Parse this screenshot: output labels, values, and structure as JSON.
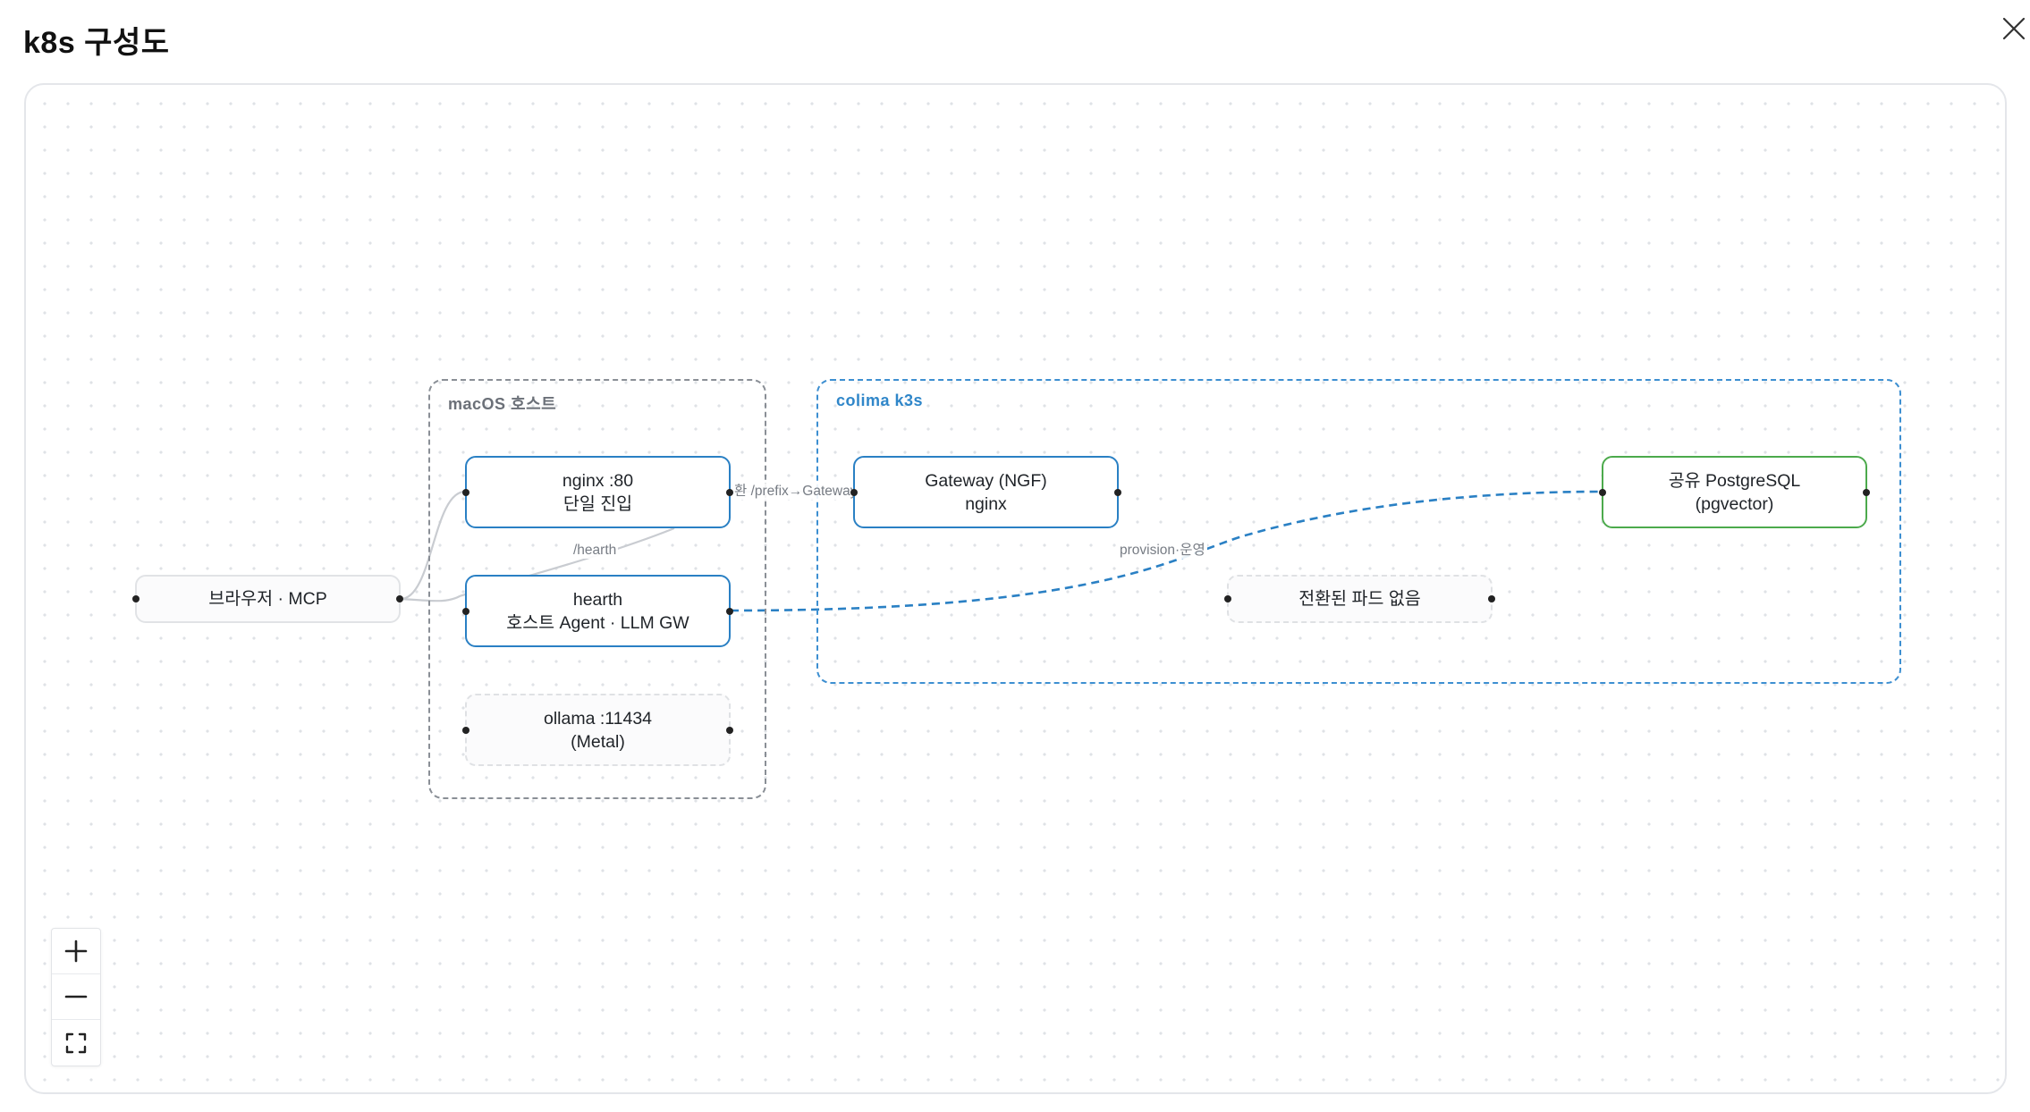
{
  "modal": {
    "title": "k8s 구성도",
    "close_icon": "close-icon"
  },
  "groups": {
    "host": {
      "label": "macOS 호스트",
      "color": "#8a8f96"
    },
    "k3s": {
      "label": "colima k3s",
      "color": "#2f86c9"
    }
  },
  "nodes": {
    "browser": {
      "label": "브라우저 · MCP"
    },
    "nginx": {
      "line1": "nginx :80",
      "line2": "단일 진입"
    },
    "hearth": {
      "line1": "hearth",
      "line2": "호스트 Agent · LLM GW"
    },
    "ollama": {
      "line1": "ollama :11434",
      "line2": "(Metal)"
    },
    "gateway": {
      "line1": "Gateway (NGF)",
      "line2": "nginx"
    },
    "postgres": {
      "line1": "공유 PostgreSQL",
      "line2": "(pgvector)"
    },
    "no_pods": {
      "label": "전환된 파드 없음"
    }
  },
  "edges": {
    "prefix_label": "환 /prefix→Gateway",
    "hearth_label": "/hearth",
    "provision_label": "provision·운영"
  },
  "colors": {
    "accent_blue": "#2a80c4",
    "accent_green": "#4caa4c",
    "edge_gray": "#c9ccd1"
  },
  "controls": {
    "zoom_in_icon": "plus-icon",
    "zoom_out_icon": "minus-icon",
    "fit_view_icon": "fit-view-icon"
  }
}
